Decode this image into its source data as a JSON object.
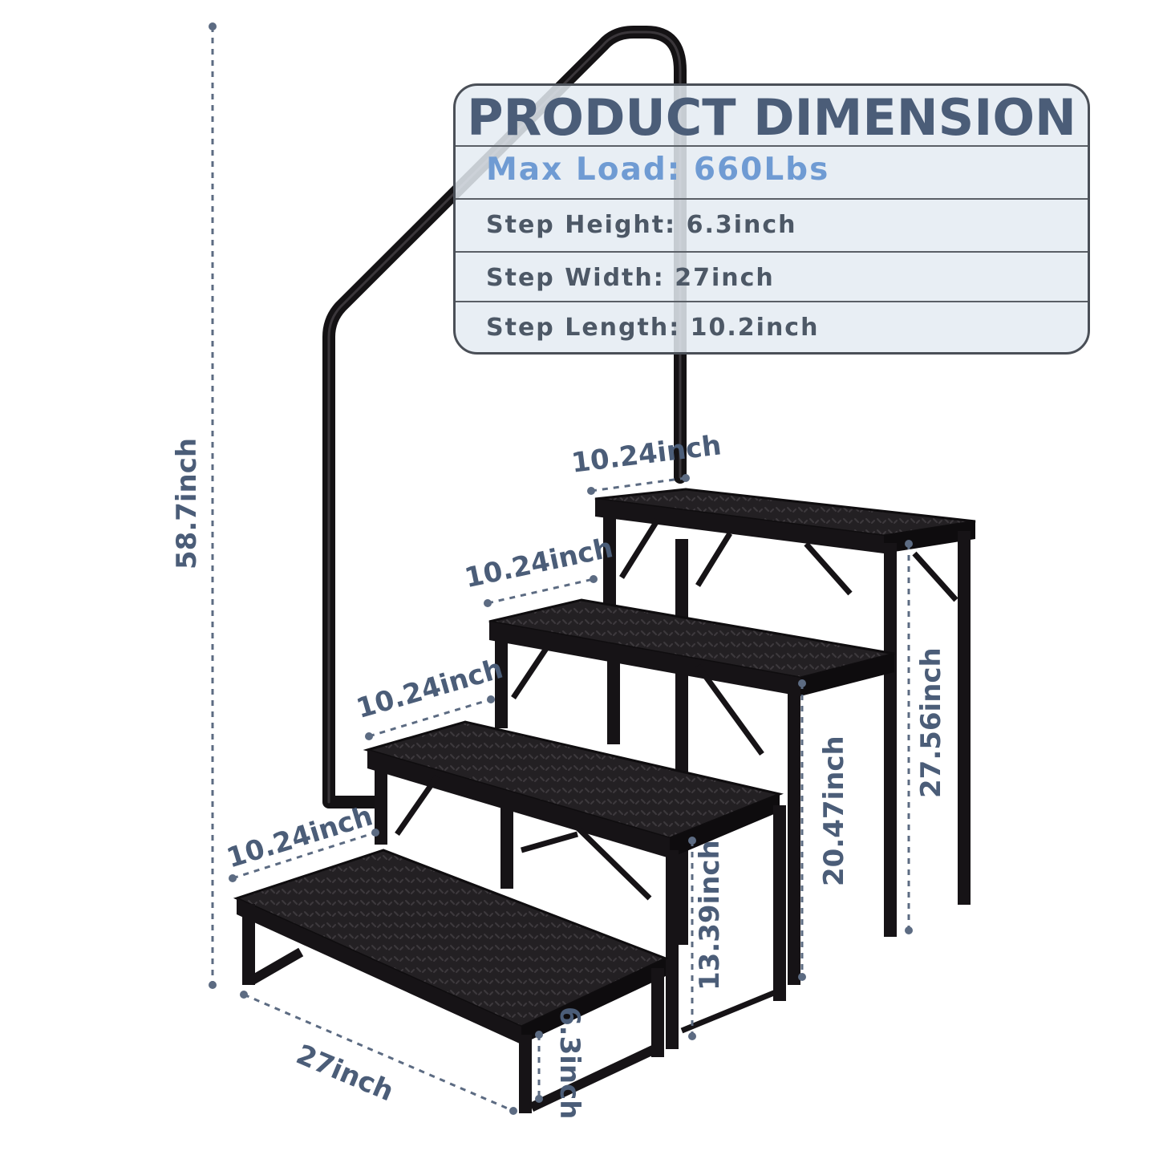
{
  "panel": {
    "title": "PRODUCT DIMENSION",
    "max_load": "Max Load: 660Lbs",
    "step_height": "Step Height: 6.3inch",
    "step_width": "Step Width: 27inch",
    "step_length": "Step Length: 10.2inch"
  },
  "dimensions": {
    "overall_height": "58.7inch",
    "width": "27inch",
    "step_depth_1": "10.24inch",
    "step_depth_2": "10.24inch",
    "step_depth_3": "10.24inch",
    "step_depth_4": "10.24inch",
    "rise_1": "6.3inch",
    "rise_2": "13.39inch",
    "rise_3": "20.47inch",
    "rise_4": "27.56inch"
  },
  "colors": {
    "frame": "#141214",
    "tread": "#262326",
    "dimension_line": "#5c6b82",
    "label_text": "#4b5d78",
    "max_load_text": "#6f9bd3"
  }
}
